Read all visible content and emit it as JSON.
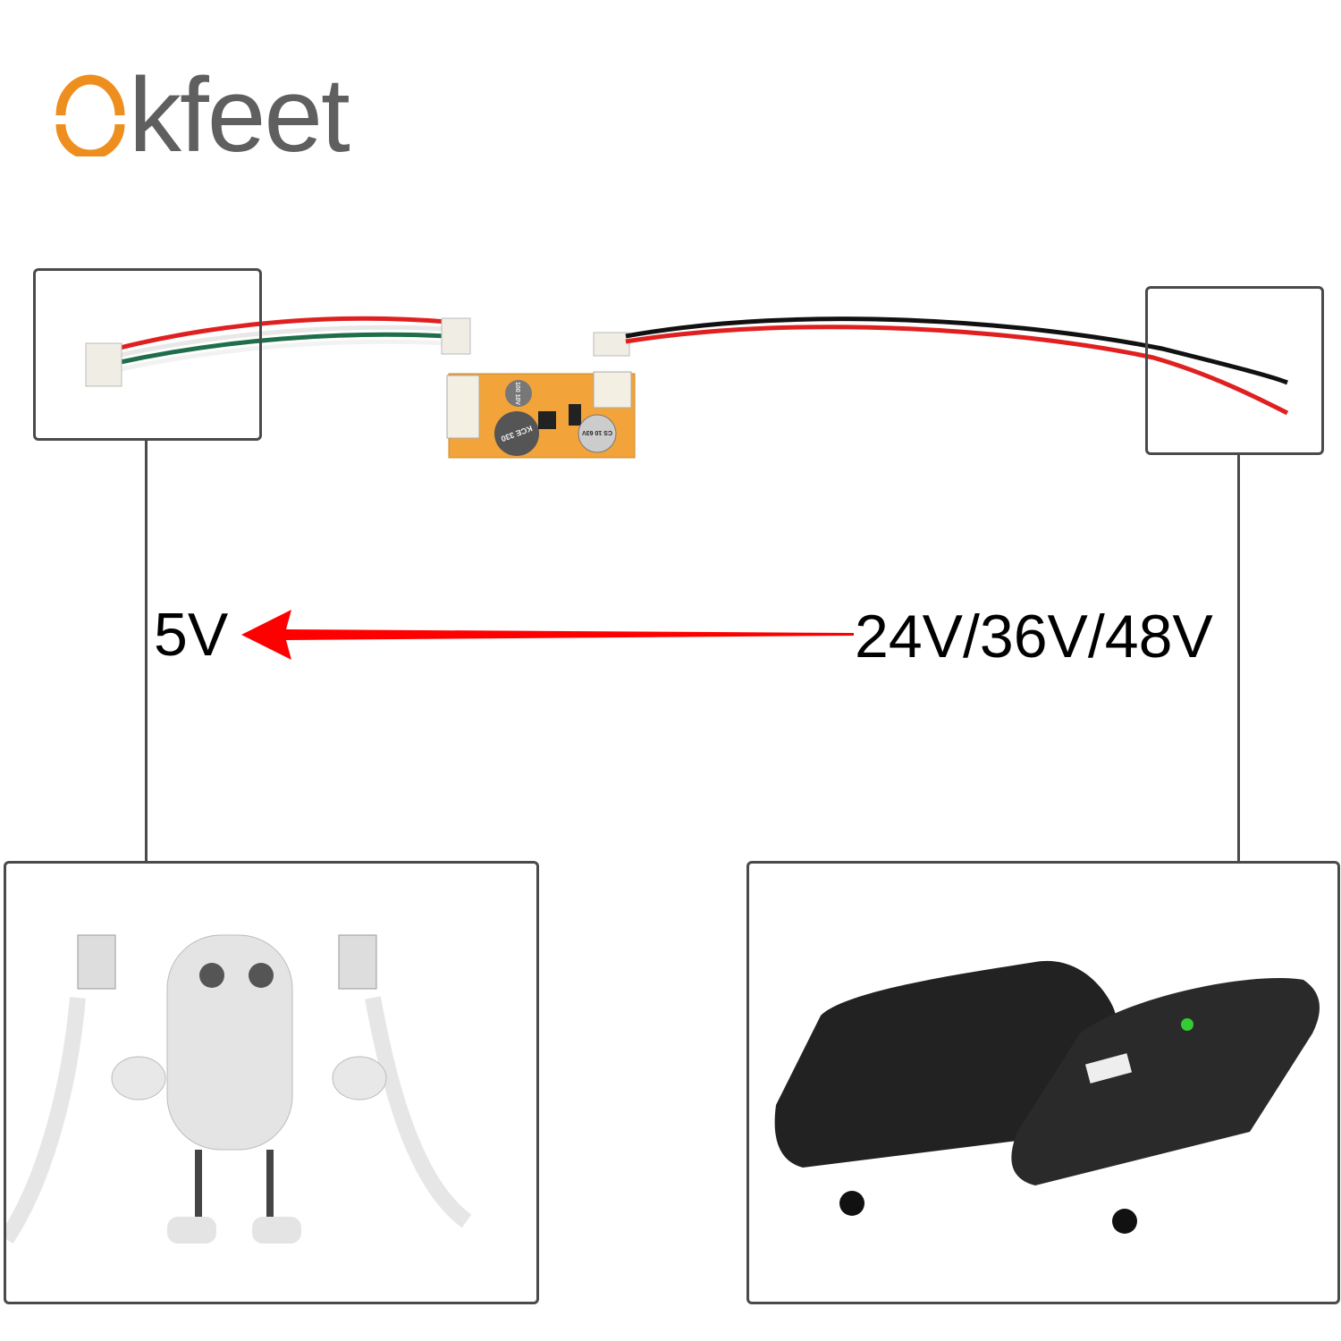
{
  "brand": {
    "logo_text": "Okfeet",
    "logo_suffix": "kfeet",
    "accent_color": "#ee8e1f",
    "text_color": "#5f5f5f"
  },
  "diagram": {
    "output_voltage": "5V",
    "input_voltage": "24V/36V/48V",
    "arrow_color": "#ff0000",
    "arrow_direction": "left"
  },
  "components": {
    "pcb_labels": [
      "100 10V",
      "KCE 330",
      "CS 10 63V"
    ]
  }
}
